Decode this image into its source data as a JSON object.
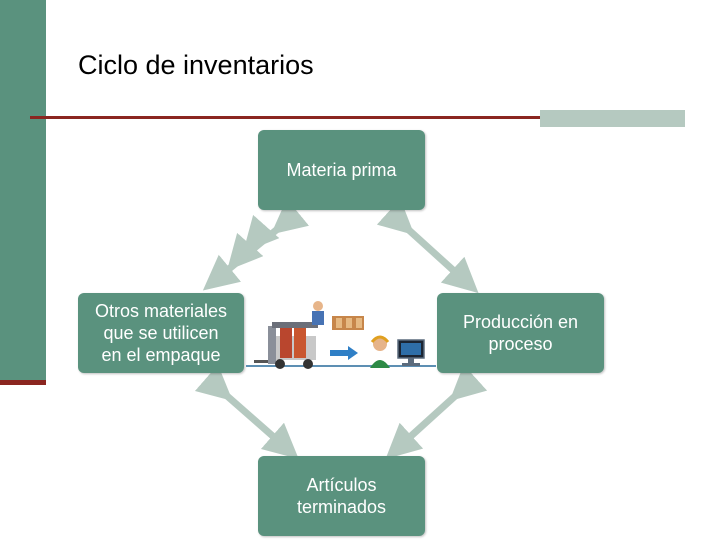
{
  "slide": {
    "title": "Ciclo de inventarios"
  },
  "diagram": {
    "nodes": {
      "top": "Materia prima",
      "right": "Producción en\nproceso",
      "bottom": "Artículos\nterminados",
      "left": "Otros materiales\nque se utilicen\nen el empaque"
    }
  },
  "colors": {
    "node_fill": "#5a927e",
    "arrow_fill": "#b5c9c0",
    "rule": "#8b2620"
  },
  "icons": [
    "warehouse-illustration",
    "forklift-icon",
    "worker-icon",
    "computer-icon"
  ]
}
